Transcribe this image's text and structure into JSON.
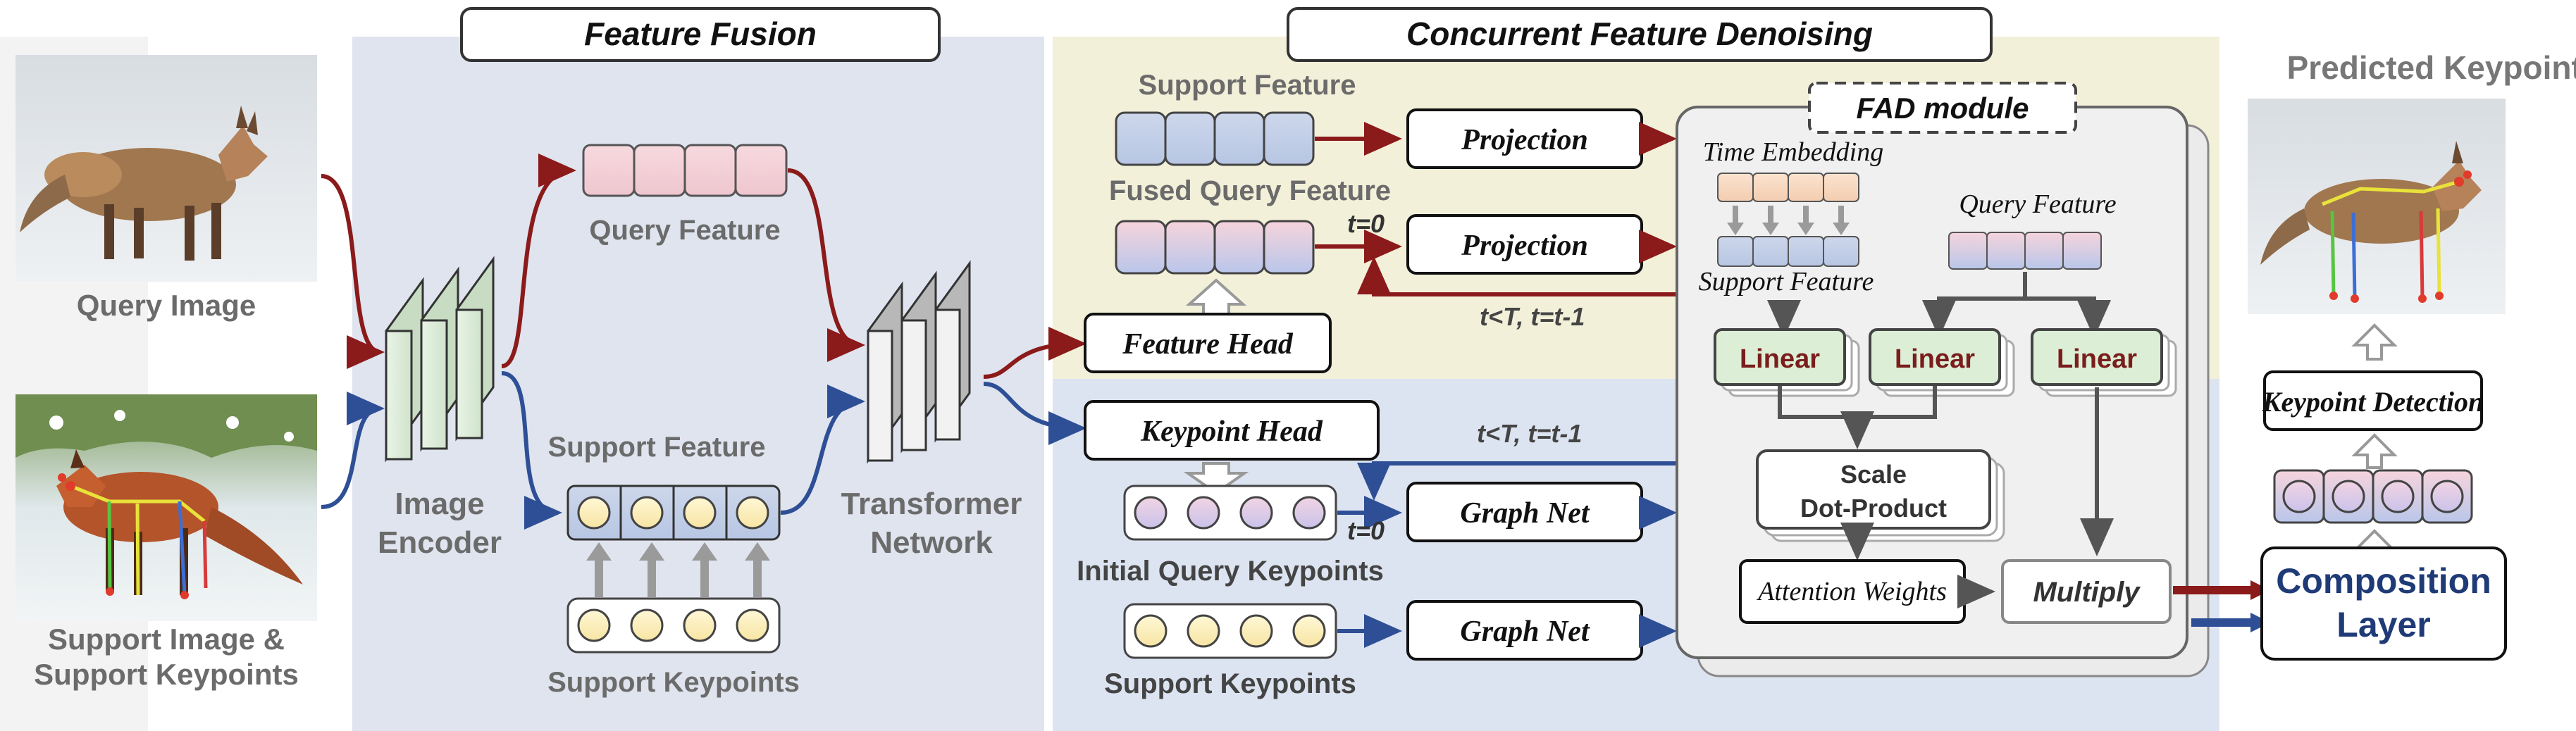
{
  "titles": {
    "feature_fusion": "Feature Fusion",
    "concurrent_denoising": "Concurrent Feature Denoising",
    "predicted_keypoints": "Predicted Keypoints"
  },
  "left": {
    "query_image_label": "Query Image",
    "support_image_label_1": "Support Image &",
    "support_image_label_2": "Support Keypoints"
  },
  "fusion": {
    "image_encoder_1": "Image",
    "image_encoder_2": "Encoder",
    "query_feature": "Query Feature",
    "support_feature": "Support Feature",
    "support_keypoints": "Support Keypoints",
    "transformer_1": "Transformer",
    "transformer_2": "Network"
  },
  "denoise": {
    "support_feature": "Support Feature",
    "fused_query_feature": "Fused Query Feature",
    "projection_1": "Projection",
    "projection_2": "Projection",
    "feature_head": "Feature Head",
    "keypoint_head": "Keypoint Head",
    "graph_net_1": "Graph Net",
    "graph_net_2": "Graph Net",
    "initial_query_keypoints": "Initial Query Keypoints",
    "support_keypoints": "Support Keypoints",
    "t0_top": "t=0",
    "t0_bottom": "t=0",
    "t_loop_top": "t<T, t=t-1",
    "t_loop_bottom": "t<T, t=t-1"
  },
  "fad": {
    "title": "FAD module",
    "time_embedding": "Time Embedding",
    "support_feature": "Support Feature",
    "query_feature": "Query Feature",
    "linear_1": "Linear",
    "linear_2": "Linear",
    "linear_3": "Linear",
    "scale_1": "Scale",
    "scale_2": "Dot-Product",
    "attention_weights": "Attention Weights",
    "multiply": "Multiply"
  },
  "right": {
    "composition_1": "Composition",
    "composition_2": "Layer",
    "keypoint_detection": "Keypoint Detection"
  },
  "colors": {
    "red_arrow": "#8b1a1a",
    "blue_arrow": "#2e4f96",
    "gray_arrow": "#9a9a9a",
    "fusion_bg": "#dfe4ee",
    "feature_bg": "#f3f0da",
    "keypoint_bg": "#dde4f1",
    "composition_text": "#1f3b77"
  }
}
